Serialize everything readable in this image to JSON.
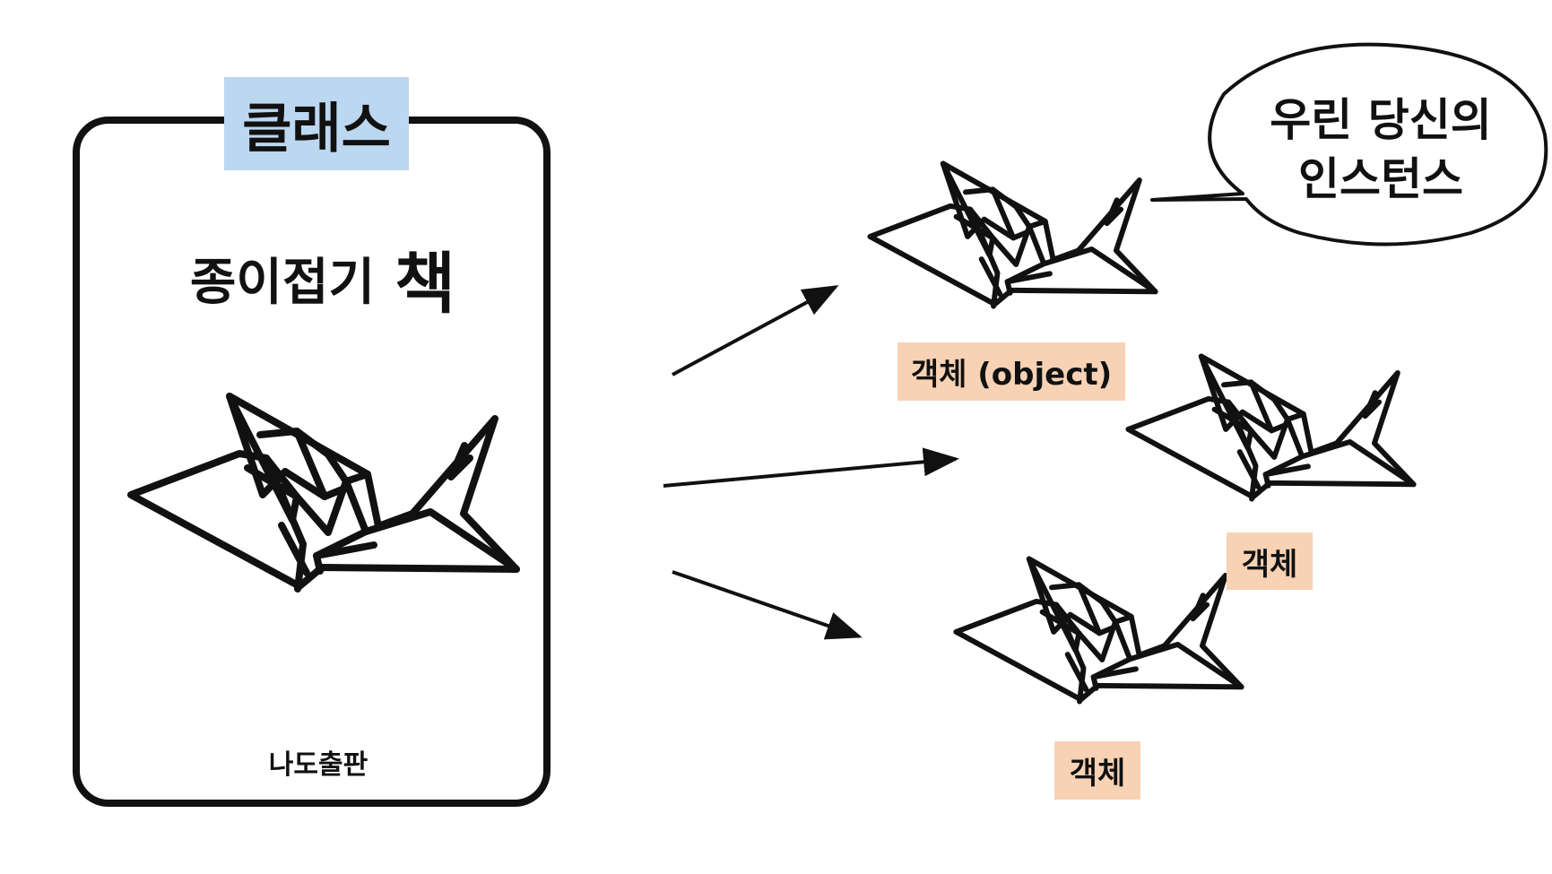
{
  "class_tag": "클래스",
  "book": {
    "title": "종이접기",
    "title_emphasis": "책",
    "publisher": "나도출판",
    "icon": "origami-crane-icon"
  },
  "objects": [
    {
      "label": "객체 (object)",
      "icon": "origami-crane-icon"
    },
    {
      "label": "객체",
      "icon": "origami-crane-icon"
    },
    {
      "label": "객체",
      "icon": "origami-crane-icon"
    }
  ],
  "speech_bubble": {
    "line1": "우린 당신의",
    "line2": "인스턴스"
  },
  "colors": {
    "class_tag_bg": "#bcd7f0",
    "object_tag_bg": "#f8d2b4",
    "stroke": "#111111"
  }
}
